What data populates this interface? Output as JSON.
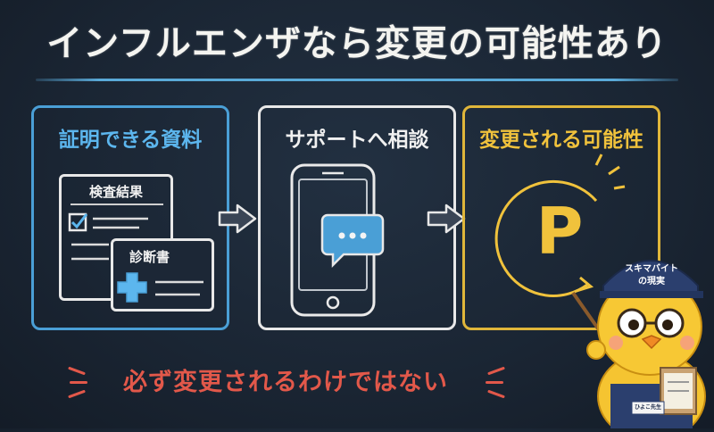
{
  "title": "インフルエンザなら変更の可能性あり",
  "panels": [
    {
      "title": "証明できる資料",
      "doc_title": "検査結果",
      "cert_title": "診断書"
    },
    {
      "title": "サポートへ相談"
    },
    {
      "title": "変更される可能性",
      "icon_letter": "P"
    }
  ],
  "notice": "必ず変更されるわけではない",
  "mascot": {
    "cap_text_1": "スキマバイト",
    "cap_text_2": "の現実",
    "badge": "ひよこ先生"
  },
  "colors": {
    "blue": "#4a9fd6",
    "white": "#e8e8e8",
    "yellow": "#e0b63a",
    "red": "#e2584a"
  }
}
